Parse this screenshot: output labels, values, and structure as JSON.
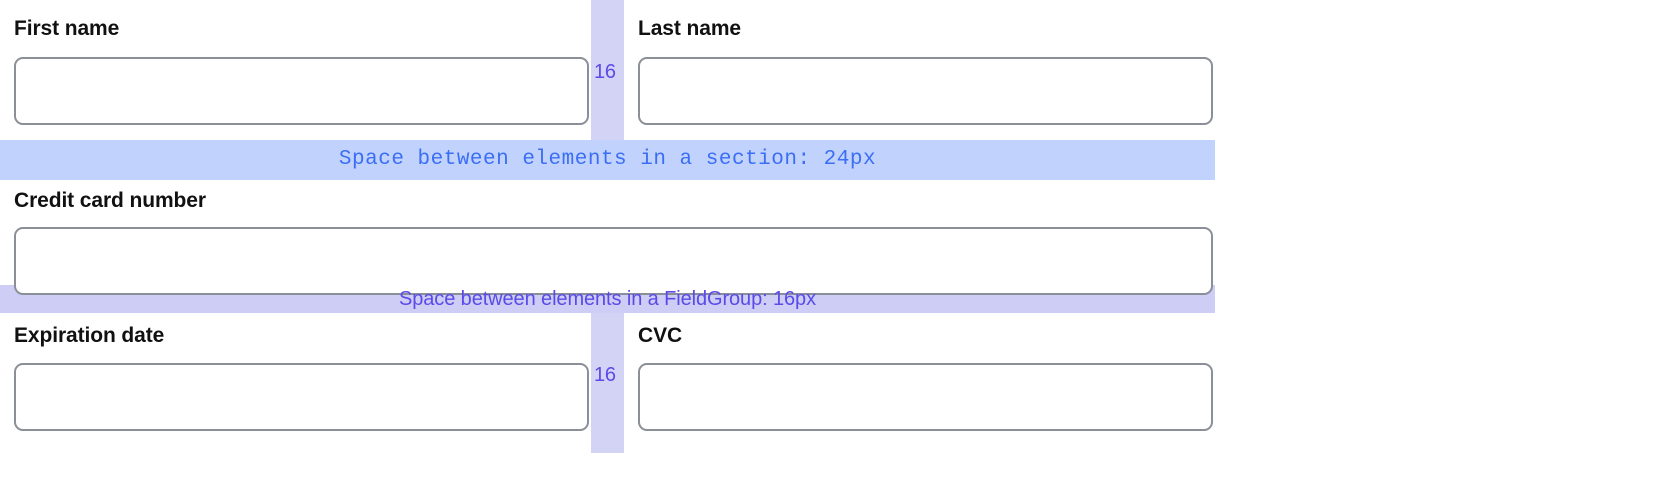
{
  "form": {
    "rows": [
      {
        "id": "name-row",
        "fields": [
          {
            "name": "first-name",
            "label": "First name",
            "value": "",
            "placeholder": ""
          },
          {
            "name": "last-name",
            "label": "Last name",
            "value": "",
            "placeholder": ""
          }
        ],
        "gap_label": "16"
      },
      {
        "id": "credit-card-row",
        "fields": [
          {
            "name": "credit-card-number",
            "label": "Credit card number",
            "value": "",
            "placeholder": ""
          }
        ],
        "gap_label": ""
      },
      {
        "id": "expiry-cvc-row",
        "fields": [
          {
            "name": "expiration-date",
            "label": "Expiration date",
            "value": "",
            "placeholder": ""
          },
          {
            "name": "cvc",
            "label": "CVC",
            "value": "",
            "placeholder": ""
          }
        ],
        "gap_label": "16"
      }
    ]
  },
  "annotations": {
    "section_spacing": {
      "text": "Space between elements in a section: 24px",
      "value": "24px",
      "bar_color": "#c1d3fd",
      "text_color": "#3b6ef5"
    },
    "fieldgroup_spacing": {
      "text": "Space between elements in a FieldGroup: 16px",
      "value": "16px",
      "bar_color": "#cdcdf5",
      "text_color": "#5c4ae8"
    },
    "column_gap": {
      "label": "16",
      "bar_color": "#d3d3f6",
      "text_color": "#5c4ae8"
    }
  },
  "colors": {
    "input_border": "#8a8f98",
    "label_text": "#111111",
    "background": "#ffffff"
  }
}
